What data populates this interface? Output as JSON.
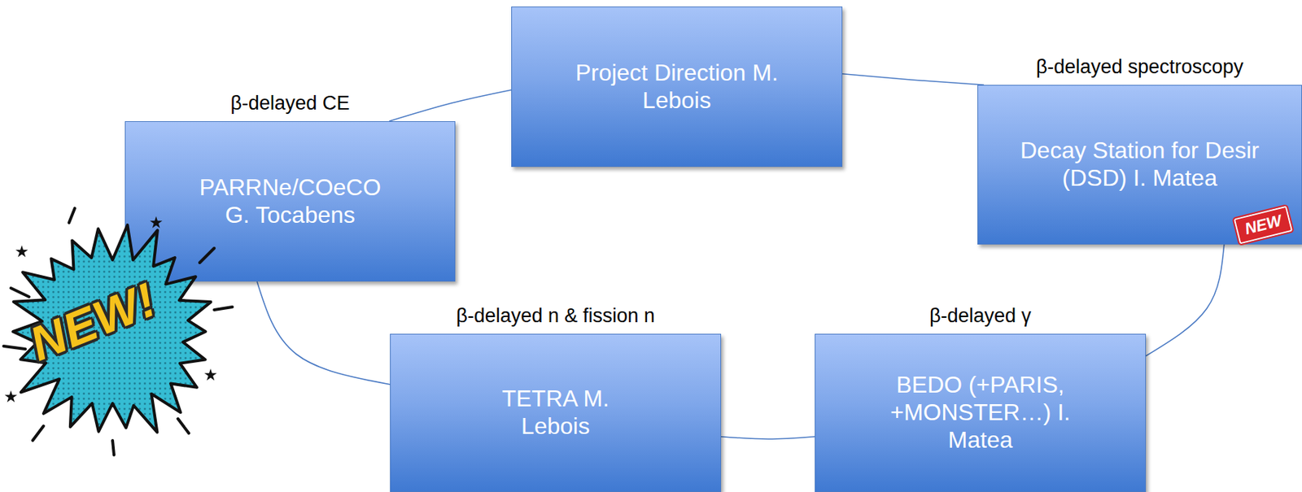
{
  "diagram": {
    "nodes": [
      {
        "text": [
          "Project Direction M. Lebois"
        ]
      },
      {
        "text": [
          "β-delayed spectroscopy",
          "Decay Station for Desir (DSD) I. Matea"
        ]
      },
      {
        "text": [
          "β-delayed γ",
          "BEDO (+PARIS, +MONSTER…) I. Matea"
        ]
      },
      {
        "text": [
          "β-delayed n & fission n",
          "TETRA M. Lebois"
        ]
      },
      {
        "text": [
          "β-delayed CE",
          "PARRNe/COeCO G. Tocabens"
        ]
      }
    ],
    "edges": [
      {
        "from": 0,
        "to": 1,
        "arrow": "none"
      },
      {
        "from": 1,
        "to": 2,
        "arrow": "none"
      },
      {
        "from": 2,
        "to": 3,
        "arrow": "none"
      },
      {
        "from": 3,
        "to": 4,
        "arrow": "none"
      },
      {
        "from": 4,
        "to": 0,
        "arrow": "none"
      }
    ],
    "labels": [
      "NEW!",
      "NEW"
    ]
  }
}
